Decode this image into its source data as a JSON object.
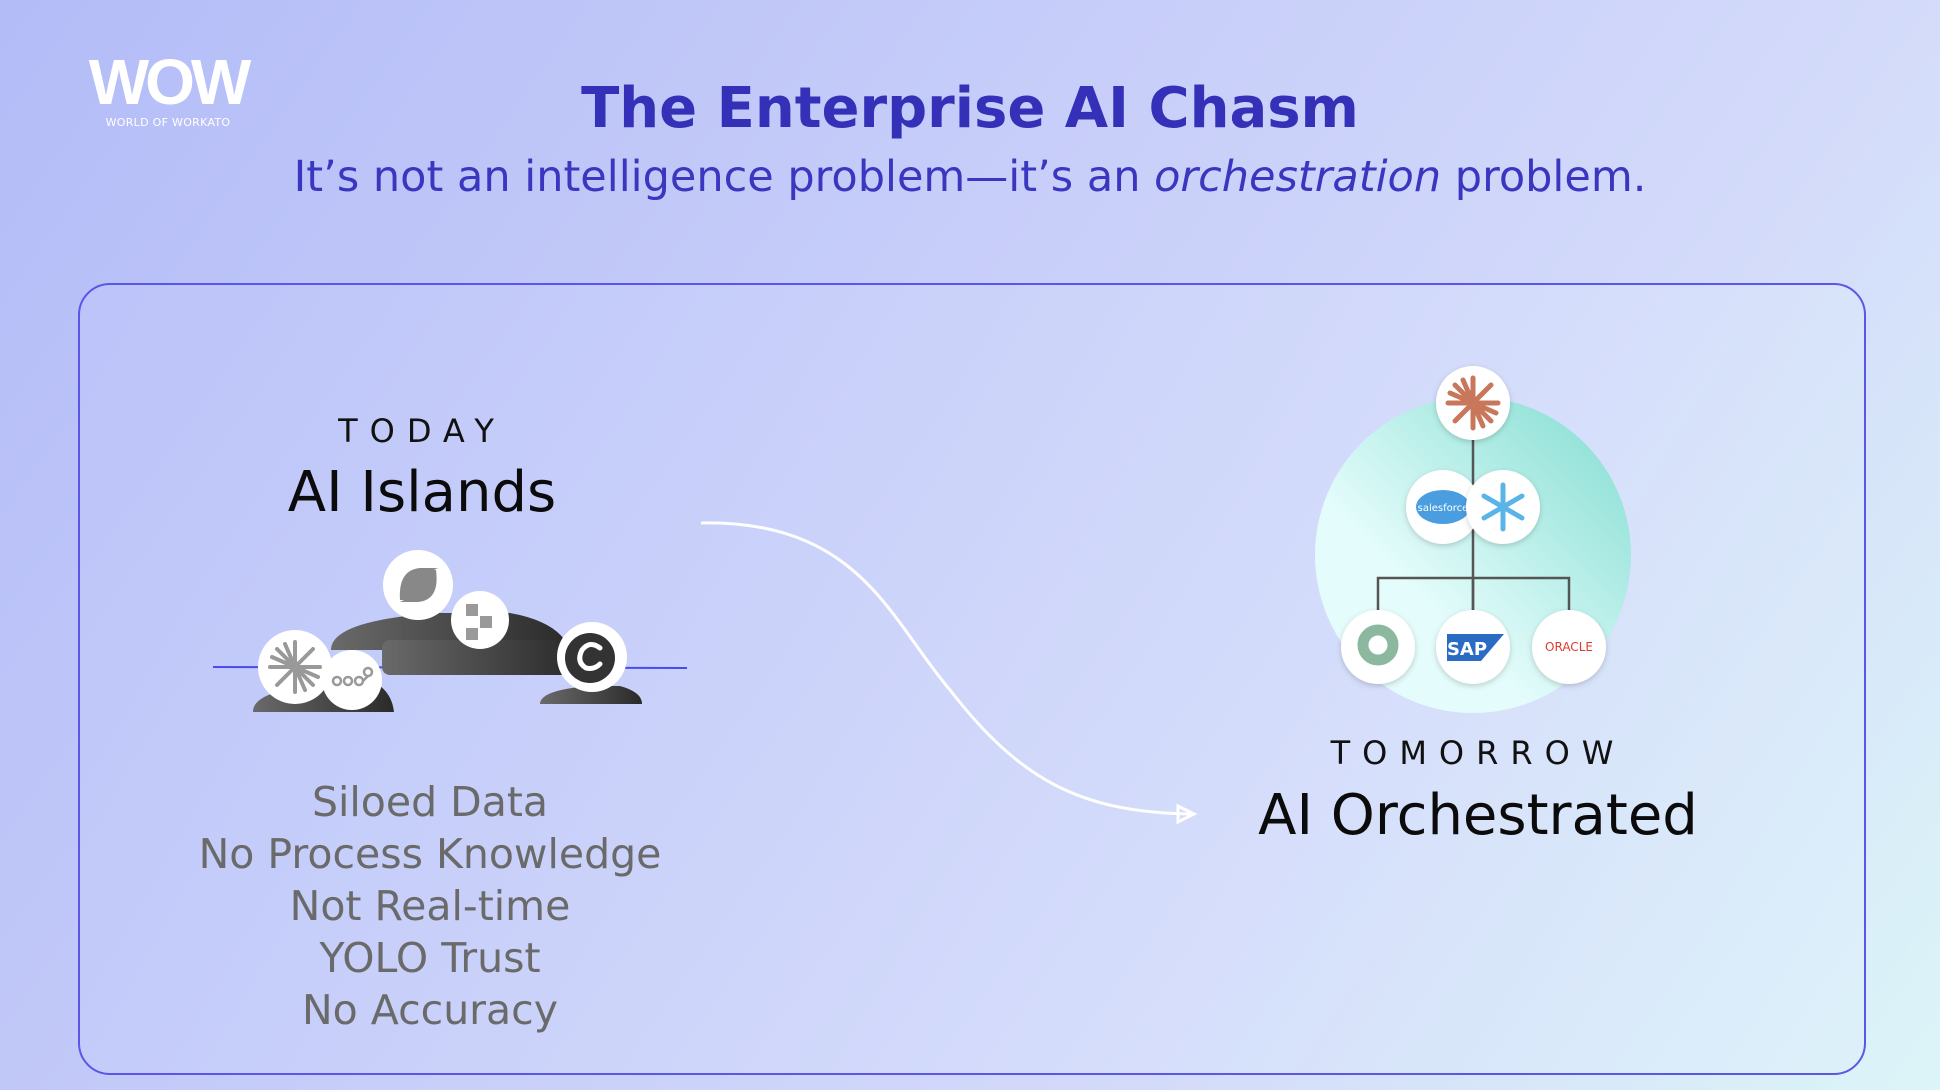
{
  "logo": {
    "wordmark": "WOW",
    "tagline": "WORLD OF WORKATO"
  },
  "header": {
    "title": "The Enterprise AI Chasm",
    "subtitle_pre": "It’s not an intelligence problem—it’s an ",
    "subtitle_em": "orchestration",
    "subtitle_post": " problem."
  },
  "today": {
    "eyebrow": "TODAY",
    "heading": "AI Islands",
    "bullets": [
      "Siloed Data",
      "No Process Knowledge",
      "Not Real-time",
      "YOLO Trust",
      "No Accuracy"
    ],
    "icons": [
      "claude-icon",
      "copilot-icon",
      "workflow-icon",
      "grid-app-icon",
      "c-logo-icon"
    ]
  },
  "tomorrow": {
    "eyebrow": "TOMORROW",
    "heading": "AI Orchestrated",
    "logos": {
      "salesforce": "salesforce",
      "sap": "SAP",
      "oracle": "ORACLE"
    }
  },
  "colors": {
    "title": "#3430b8",
    "border": "#5b55e8",
    "claude": "#c8775a",
    "salesforce": "#4a9ee0",
    "snowflake": "#5ab4e8",
    "sap": "#2a6bc4",
    "oracle": "#e03a30",
    "teal": "#8fe3d8"
  }
}
